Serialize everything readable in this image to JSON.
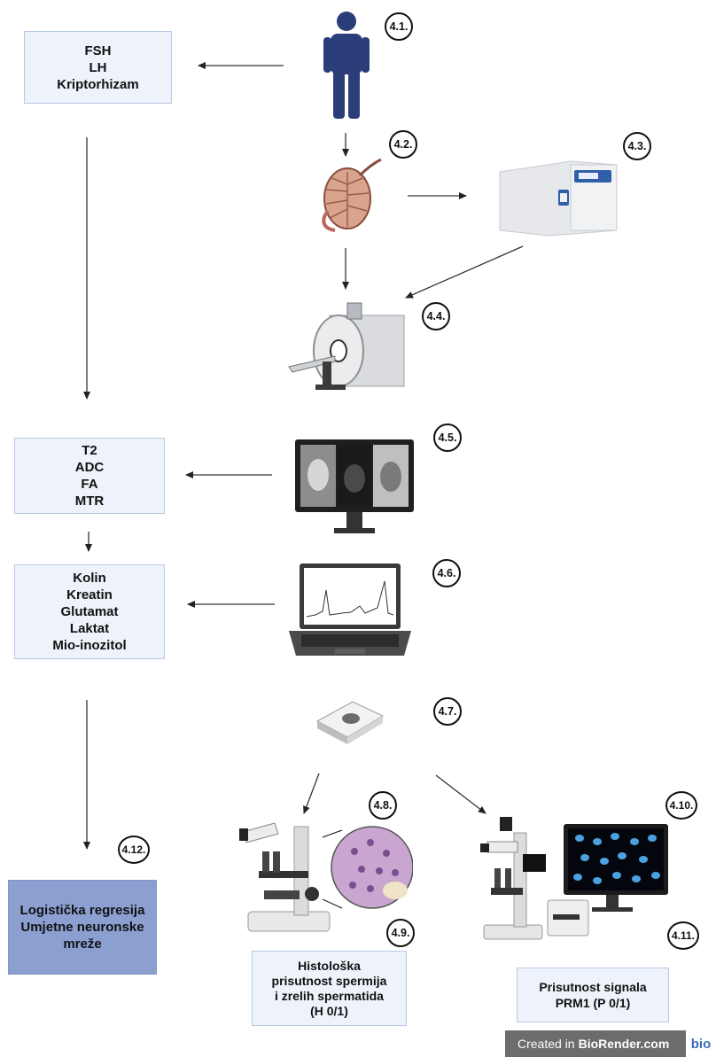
{
  "boxes": {
    "hormones": [
      "FSH",
      "LH",
      "Kriptorhizam"
    ],
    "mri_params": [
      "T2",
      "ADC",
      "FA",
      "MTR"
    ],
    "metabolites": [
      "Kolin",
      "Kreatin",
      "Glutamat",
      "Laktat",
      "Mio-inozitol"
    ],
    "regression": [
      "Logistička regresija",
      "Umjetne neuronske",
      "mreže"
    ],
    "histology": [
      "Histološka",
      "prisutnost spermija",
      "i zrelih spermatida",
      "(H 0/1)"
    ],
    "prm1": [
      "Prisutnost signala",
      "PRM1 (P 0/1)"
    ]
  },
  "badges": {
    "b41": "4.1.",
    "b42": "4.2.",
    "b43": "4.3.",
    "b44": "4.4.",
    "b45": "4.5.",
    "b46": "4.6.",
    "b47": "4.7.",
    "b48": "4.8.",
    "b49": "4.9.",
    "b410": "4.10.",
    "b411": "4.11.",
    "b412": "4.12."
  },
  "footer": {
    "prefix": "Created in",
    "brand": "BioRender.com",
    "logo": "bio"
  },
  "icons": [
    "person-icon",
    "testis-icon",
    "fridge-icon",
    "mri-scanner-icon",
    "monitor-icon",
    "laptop-icon",
    "slide-scanner-icon",
    "microscope-icon",
    "fluorescence-microscope-icon"
  ],
  "colors": {
    "box_fill": "#eef3fb",
    "box_border": "#b7c7e6",
    "dark_box": "#8b9fd1",
    "person": "#2c3e7a"
  }
}
